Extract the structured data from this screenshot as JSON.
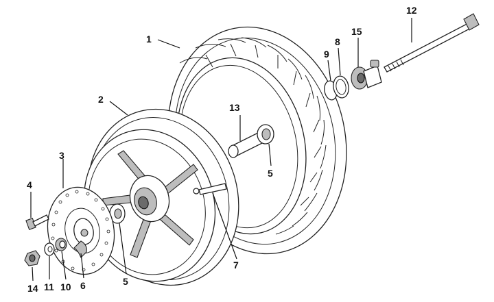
{
  "diagram": {
    "callouts": [
      {
        "id": "tyre",
        "number": "1"
      },
      {
        "id": "rim",
        "number": "2"
      },
      {
        "id": "brake-disc",
        "number": "3"
      },
      {
        "id": "disc-bolt",
        "number": "4"
      },
      {
        "id": "bearing-front",
        "number": "5"
      },
      {
        "id": "bearing-rear",
        "number": "5"
      },
      {
        "id": "disc-spacer",
        "number": "6"
      },
      {
        "id": "valve",
        "number": "7"
      },
      {
        "id": "seal",
        "number": "8"
      },
      {
        "id": "circlip",
        "number": "9"
      },
      {
        "id": "spacer",
        "number": "10"
      },
      {
        "id": "washer",
        "number": "11"
      },
      {
        "id": "axle",
        "number": "12"
      },
      {
        "id": "bearing-sleeve",
        "number": "13"
      },
      {
        "id": "nut",
        "number": "14"
      },
      {
        "id": "speedo-drive",
        "number": "15"
      }
    ]
  }
}
